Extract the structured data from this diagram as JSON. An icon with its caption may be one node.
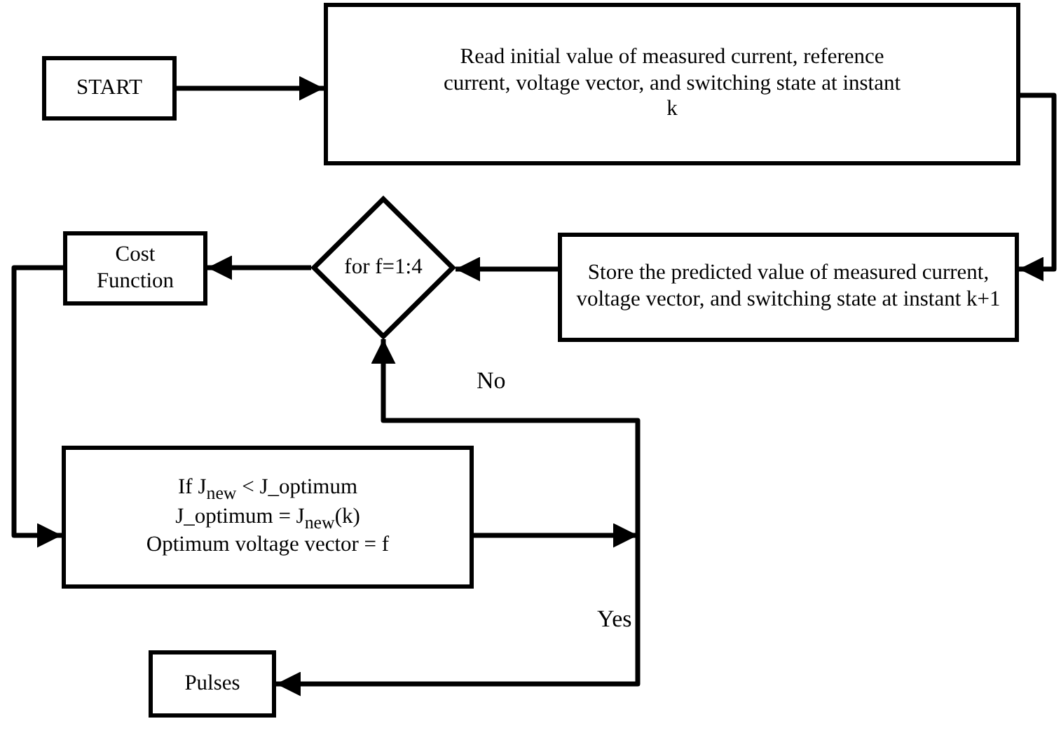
{
  "diagram": {
    "nodes": [
      {
        "text": [
          "START"
        ]
      },
      {
        "text": [
          "Read initial value of measured current, reference current, voltage vector, and switching state at instant k"
        ]
      },
      {
        "text": [
          "Store the predicted value of measured current, voltage vector, and switching state at instant k+1"
        ]
      },
      {
        "text": [
          "for f=1:4"
        ]
      },
      {
        "text": [
          "Cost Function"
        ]
      },
      {
        "text": [
          "If J$_{new}$ < J_optimum",
          "J_optimum = J$_{new}$(k)",
          "Optimum voltage vector = f"
        ]
      },
      {
        "text": [
          "Pulses"
        ]
      }
    ],
    "edges": [
      {
        "from": 0,
        "to": 1,
        "arrow": "to"
      },
      {
        "from": 1,
        "to": 2,
        "arrow": "to"
      },
      {
        "from": 2,
        "to": 3,
        "arrow": "to"
      },
      {
        "from": 3,
        "to": 4,
        "arrow": "to"
      },
      {
        "from": 4,
        "to": 5,
        "arrow": "to"
      },
      {
        "from": 5,
        "to": 3,
        "arrow": "to",
        "label": "No"
      },
      {
        "from": 5,
        "to": 6,
        "arrow": "to",
        "label": "Yes"
      }
    ]
  }
}
